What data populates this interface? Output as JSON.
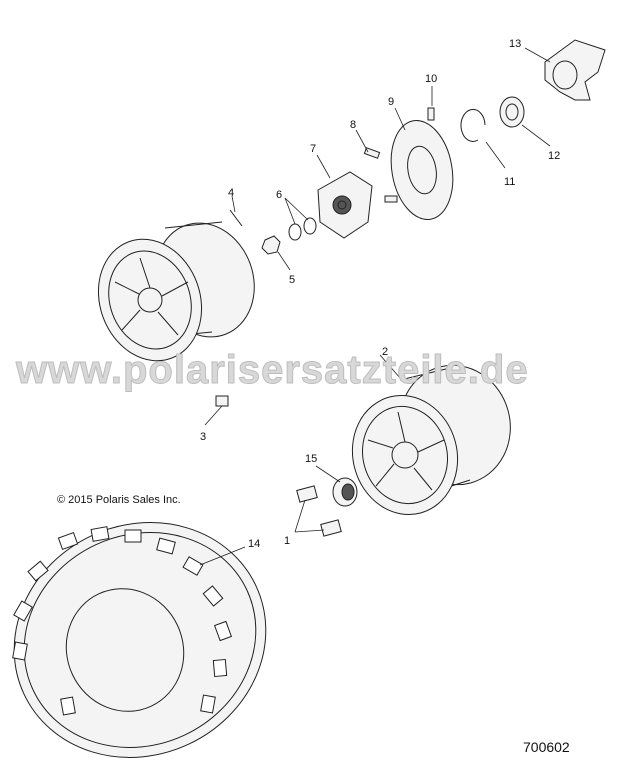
{
  "watermark": "www.polarisersatzteile.de",
  "copyright": "© 2015 Polaris Sales Inc.",
  "figure_number": "700602",
  "callouts": [
    "1",
    "2",
    "3",
    "4",
    "5",
    "6",
    "7",
    "8",
    "9",
    "10",
    "11",
    "12",
    "13",
    "14",
    "15"
  ]
}
